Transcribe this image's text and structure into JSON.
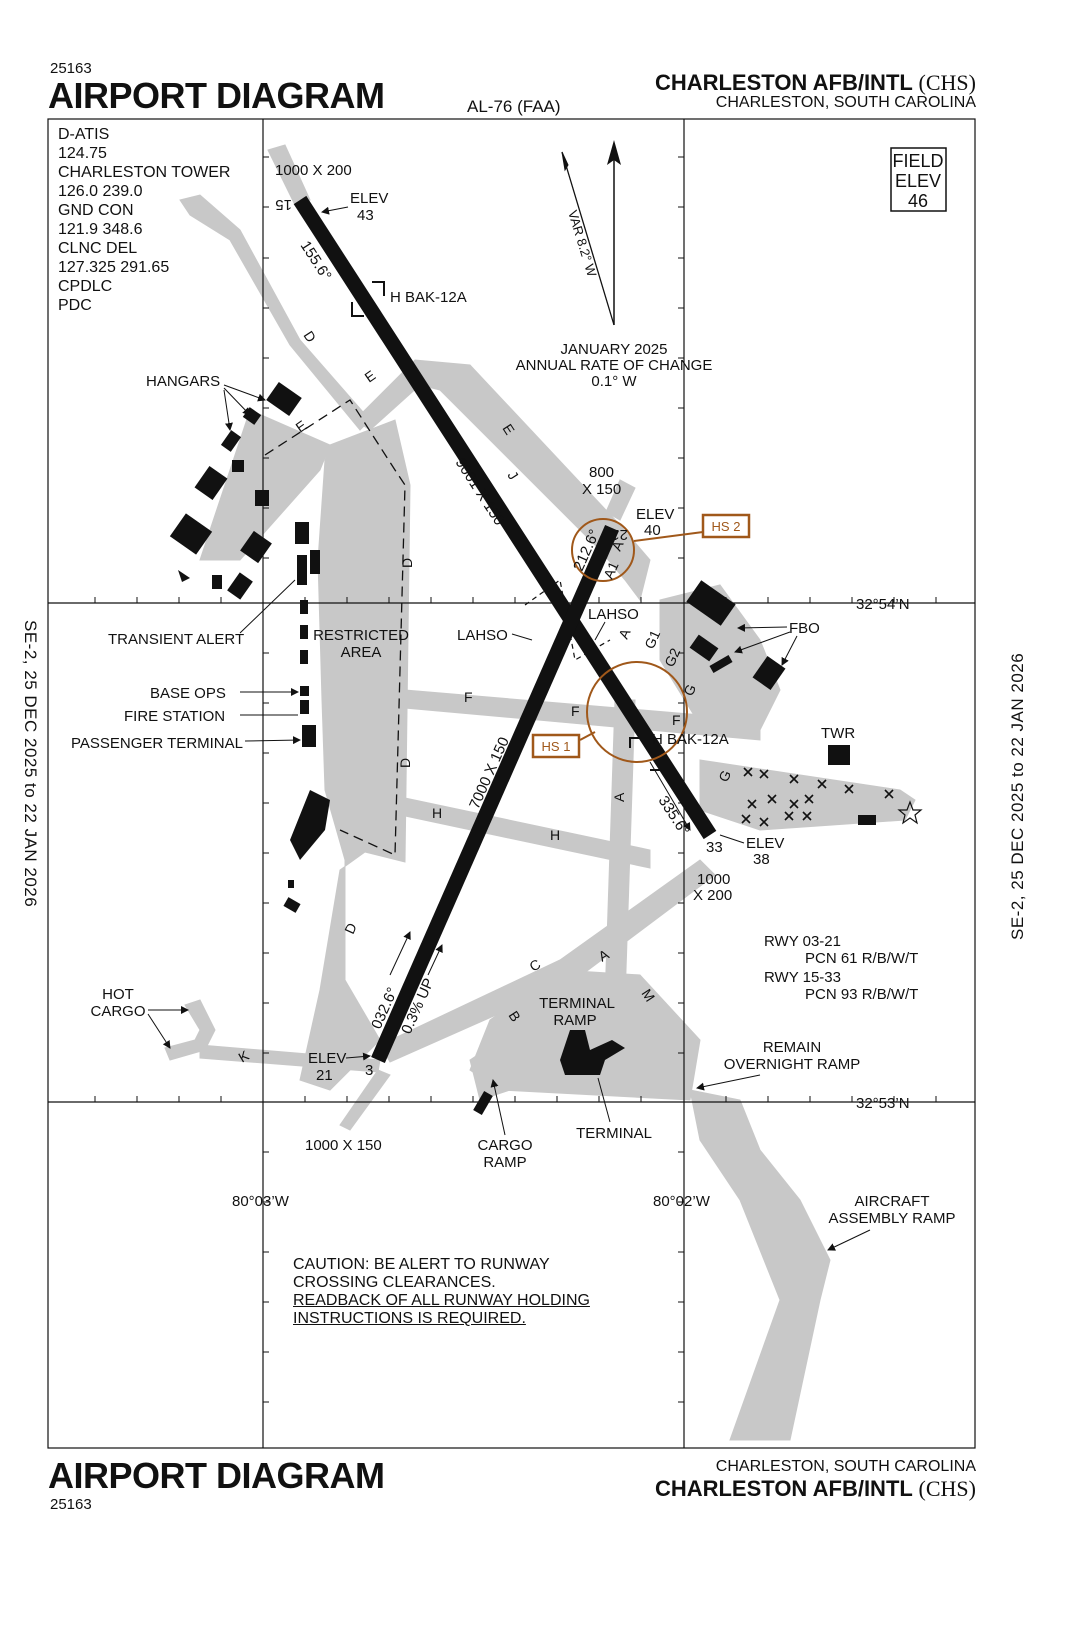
{
  "header": {
    "number_top": "25163",
    "title_top": "AIRPORT DIAGRAM",
    "airport_name": "CHARLESTON AFB/INTL",
    "airport_ident": "(CHS)",
    "city_state": "CHARLESTON, SOUTH CAROLINA",
    "procedure_id": "AL-76 (FAA)"
  },
  "footer": {
    "title_bottom": "AIRPORT DIAGRAM",
    "number_bottom": "25163",
    "city_state": "CHARLESTON, SOUTH CAROLINA",
    "airport_name": "CHARLESTON AFB/INTL",
    "airport_ident": "(CHS)"
  },
  "side": {
    "left_effective": "SE-2,  25 DEC 2025  to  22 JAN 2026",
    "right_effective": "SE-2,  25 DEC 2025  to  22 JAN 2026"
  },
  "frequencies": [
    "D-ATIS",
    "124.75",
    "CHARLESTON TOWER",
    "126.0  239.0",
    "GND CON",
    "121.9  348.6",
    "CLNC DEL",
    "127.325  291.65",
    "CPDLC",
    "PDC"
  ],
  "field_elev": {
    "line1": "FIELD",
    "line2": "ELEV",
    "value": "46"
  },
  "magvar": {
    "var": "VAR 8.2° W",
    "date": "JANUARY 2025",
    "change_label": "ANNUAL RATE OF CHANGE",
    "change_value": "0.1° W"
  },
  "coordinates": {
    "lat_north": "32°54’N",
    "lat_south": "32°53’N",
    "lon_west": "80°03’W",
    "lon_east": "80°02’W"
  },
  "runways": {
    "rwy15_num": "15",
    "rwy33_num": "33",
    "rwy3_num": "3",
    "rwy21_num": "21",
    "rwy15_33_dims": "9001 X 150",
    "rwy03_21_dims": "7000 X 150",
    "rwy15_heading": "155.6°",
    "rwy33_heading": "335.6°",
    "rwy3_heading": "032.6°",
    "rwy21_heading": "212.6°",
    "slope": "0.3% UP",
    "rwy15_overrun": "1000 X 200",
    "rwy33_overrun_1": "1000",
    "rwy33_overrun_2": "X 200",
    "rwy3_overrun": "1000 X 150",
    "rwy21_overrun_1": "800",
    "rwy21_overrun_2": "X 150",
    "elev_label": "ELEV",
    "elev15": "43",
    "elev21": "40",
    "elev33": "38",
    "elev3": "21",
    "arrest_north": "H BAK-12A",
    "arrest_south": "H BAK-12A"
  },
  "pcn": {
    "rwy03_21_label": "RWY 03-21",
    "rwy03_21_value": "PCN 61 R/B/W/T",
    "rwy15_33_label": "RWY 15-33",
    "rwy15_33_value": "PCN 93 R/B/W/T"
  },
  "hotspots": {
    "hs1": "HS 1",
    "hs2": "HS 2"
  },
  "lahso": {
    "left": "LAHSO",
    "right": "LAHSO"
  },
  "taxiways": {
    "a": "A",
    "a1": "A1",
    "b": "B",
    "c": "C",
    "d": "D",
    "e": "E",
    "f": "F",
    "g": "G",
    "g1": "G1",
    "g2": "G2",
    "h": "H",
    "j": "J",
    "k": "K",
    "m": "M"
  },
  "labels": {
    "hangars": "HANGARS",
    "transient_alert": "TRANSIENT ALERT",
    "restricted_1": "RESTRICTED",
    "restricted_2": "AREA",
    "base_ops": "BASE OPS",
    "fire_station": "FIRE STATION",
    "passenger_terminal": "PASSENGER TERMINAL",
    "hot_cargo_1": "HOT",
    "hot_cargo_2": "CARGO",
    "terminal_ramp_1": "TERMINAL",
    "terminal_ramp_2": "RAMP",
    "cargo_ramp_1": "CARGO",
    "cargo_ramp_2": "RAMP",
    "terminal": "TERMINAL",
    "remain_1": "REMAIN",
    "remain_2": "OVERNIGHT RAMP",
    "assembly_1": "AIRCRAFT",
    "assembly_2": "ASSEMBLY RAMP",
    "fbo": "FBO",
    "twr": "TWR"
  },
  "caution": {
    "line1": "CAUTION: BE ALERT TO RUNWAY",
    "line2": "CROSSING CLEARANCES.",
    "line3": "READBACK OF ALL RUNWAY HOLDING",
    "line4": "INSTRUCTIONS IS REQUIRED."
  },
  "colors": {
    "ink": "#111111",
    "pavement": "#c8c8c8",
    "hotspot": "#a0581a"
  }
}
